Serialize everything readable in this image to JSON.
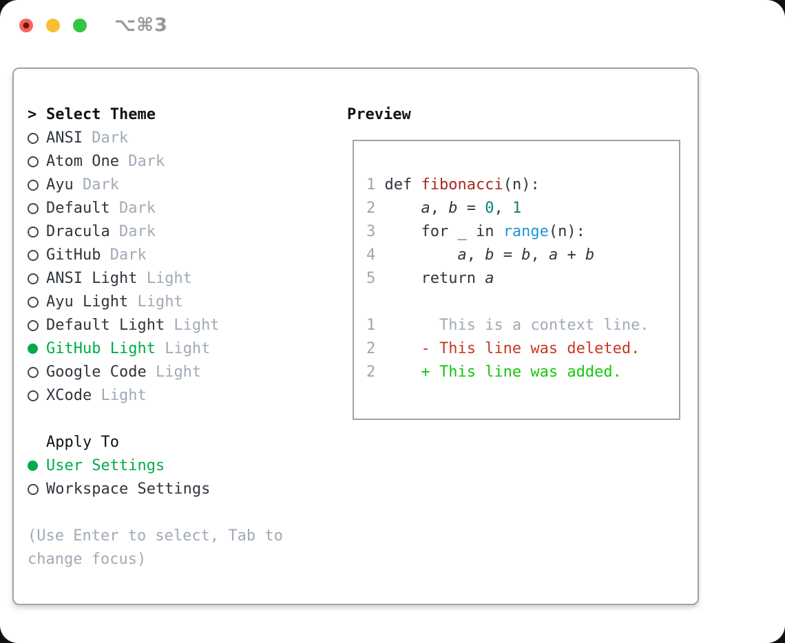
{
  "window": {
    "title": "⌥⌘3"
  },
  "traffic_lights": [
    {
      "name": "close-button",
      "color": "#f4645c",
      "dot": "#750f0b"
    },
    {
      "name": "minimize-button",
      "color": "#f9bd35",
      "dot": null
    },
    {
      "name": "zoom-button",
      "color": "#33c444",
      "dot": null
    }
  ],
  "colors": {
    "text_dark": "#2e353c",
    "text_black": "#0f1418",
    "muted": "#a0aab6",
    "line_number": "#9aa5b2",
    "border": "#9aa3ad",
    "ui_green": "#00ac49",
    "diff_green": "#16c60c",
    "diff_red": "#c9381f",
    "code_red": "#a8281b",
    "code_blue": "#1d97d4",
    "code_teal": "#0c7d7b",
    "title_gray": "#97979b"
  },
  "theme_picker": {
    "header_marker": ">",
    "header_label": "Select Theme",
    "themes": [
      {
        "name": "ANSI",
        "variant": "Dark",
        "selected": false
      },
      {
        "name": "Atom One",
        "variant": "Dark",
        "selected": false
      },
      {
        "name": "Ayu",
        "variant": "Dark",
        "selected": false
      },
      {
        "name": "Default",
        "variant": "Dark",
        "selected": false
      },
      {
        "name": "Dracula",
        "variant": "Dark",
        "selected": false
      },
      {
        "name": "GitHub",
        "variant": "Dark",
        "selected": false
      },
      {
        "name": "ANSI Light",
        "variant": "Light",
        "selected": false
      },
      {
        "name": "Ayu Light",
        "variant": "Light",
        "selected": false
      },
      {
        "name": "Default Light",
        "variant": "Light",
        "selected": false
      },
      {
        "name": "GitHub Light",
        "variant": "Light",
        "selected": true
      },
      {
        "name": "Google Code",
        "variant": "Light",
        "selected": false
      },
      {
        "name": "XCode",
        "variant": "Light",
        "selected": false
      }
    ],
    "apply_to": {
      "label": "Apply To",
      "options": [
        {
          "label": "User Settings",
          "selected": true
        },
        {
          "label": "Workspace Settings",
          "selected": false
        }
      ]
    },
    "hint": "(Use Enter to select, Tab to change focus)"
  },
  "preview": {
    "label": "Preview",
    "code_lines": [
      {
        "num": "1",
        "tokens": [
          {
            "t": "def ",
            "c": "dark"
          },
          {
            "t": "fibonacci",
            "c": "red"
          },
          {
            "t": "(n):",
            "c": "dark"
          }
        ]
      },
      {
        "num": "2",
        "tokens": [
          {
            "t": "    ",
            "c": "dark"
          },
          {
            "t": "a",
            "c": "var"
          },
          {
            "t": ", ",
            "c": "dark"
          },
          {
            "t": "b",
            "c": "var"
          },
          {
            "t": " = ",
            "c": "dark"
          },
          {
            "t": "0",
            "c": "teal"
          },
          {
            "t": ", ",
            "c": "dark"
          },
          {
            "t": "1",
            "c": "teal"
          }
        ]
      },
      {
        "num": "3",
        "tokens": [
          {
            "t": "    for _ in ",
            "c": "dark"
          },
          {
            "t": "range",
            "c": "blue"
          },
          {
            "t": "(n):",
            "c": "dark"
          }
        ]
      },
      {
        "num": "4",
        "tokens": [
          {
            "t": "        ",
            "c": "dark"
          },
          {
            "t": "a",
            "c": "var"
          },
          {
            "t": ", ",
            "c": "dark"
          },
          {
            "t": "b",
            "c": "var"
          },
          {
            "t": " = ",
            "c": "dark"
          },
          {
            "t": "b",
            "c": "var"
          },
          {
            "t": ", ",
            "c": "dark"
          },
          {
            "t": "a",
            "c": "var"
          },
          {
            "t": " + ",
            "c": "dark"
          },
          {
            "t": "b",
            "c": "var"
          }
        ]
      },
      {
        "num": "5",
        "tokens": [
          {
            "t": "    return ",
            "c": "dark"
          },
          {
            "t": "a",
            "c": "var"
          }
        ]
      }
    ],
    "diff_lines": [
      {
        "num": "1",
        "tokens": [
          {
            "t": "      This is a context line.",
            "c": "muted"
          }
        ]
      },
      {
        "num": "2",
        "tokens": [
          {
            "t": "    - This line was deleted.",
            "c": "diffred"
          }
        ]
      },
      {
        "num": "2",
        "tokens": [
          {
            "t": "    + This line was added.",
            "c": "diffgreen"
          }
        ]
      }
    ]
  }
}
